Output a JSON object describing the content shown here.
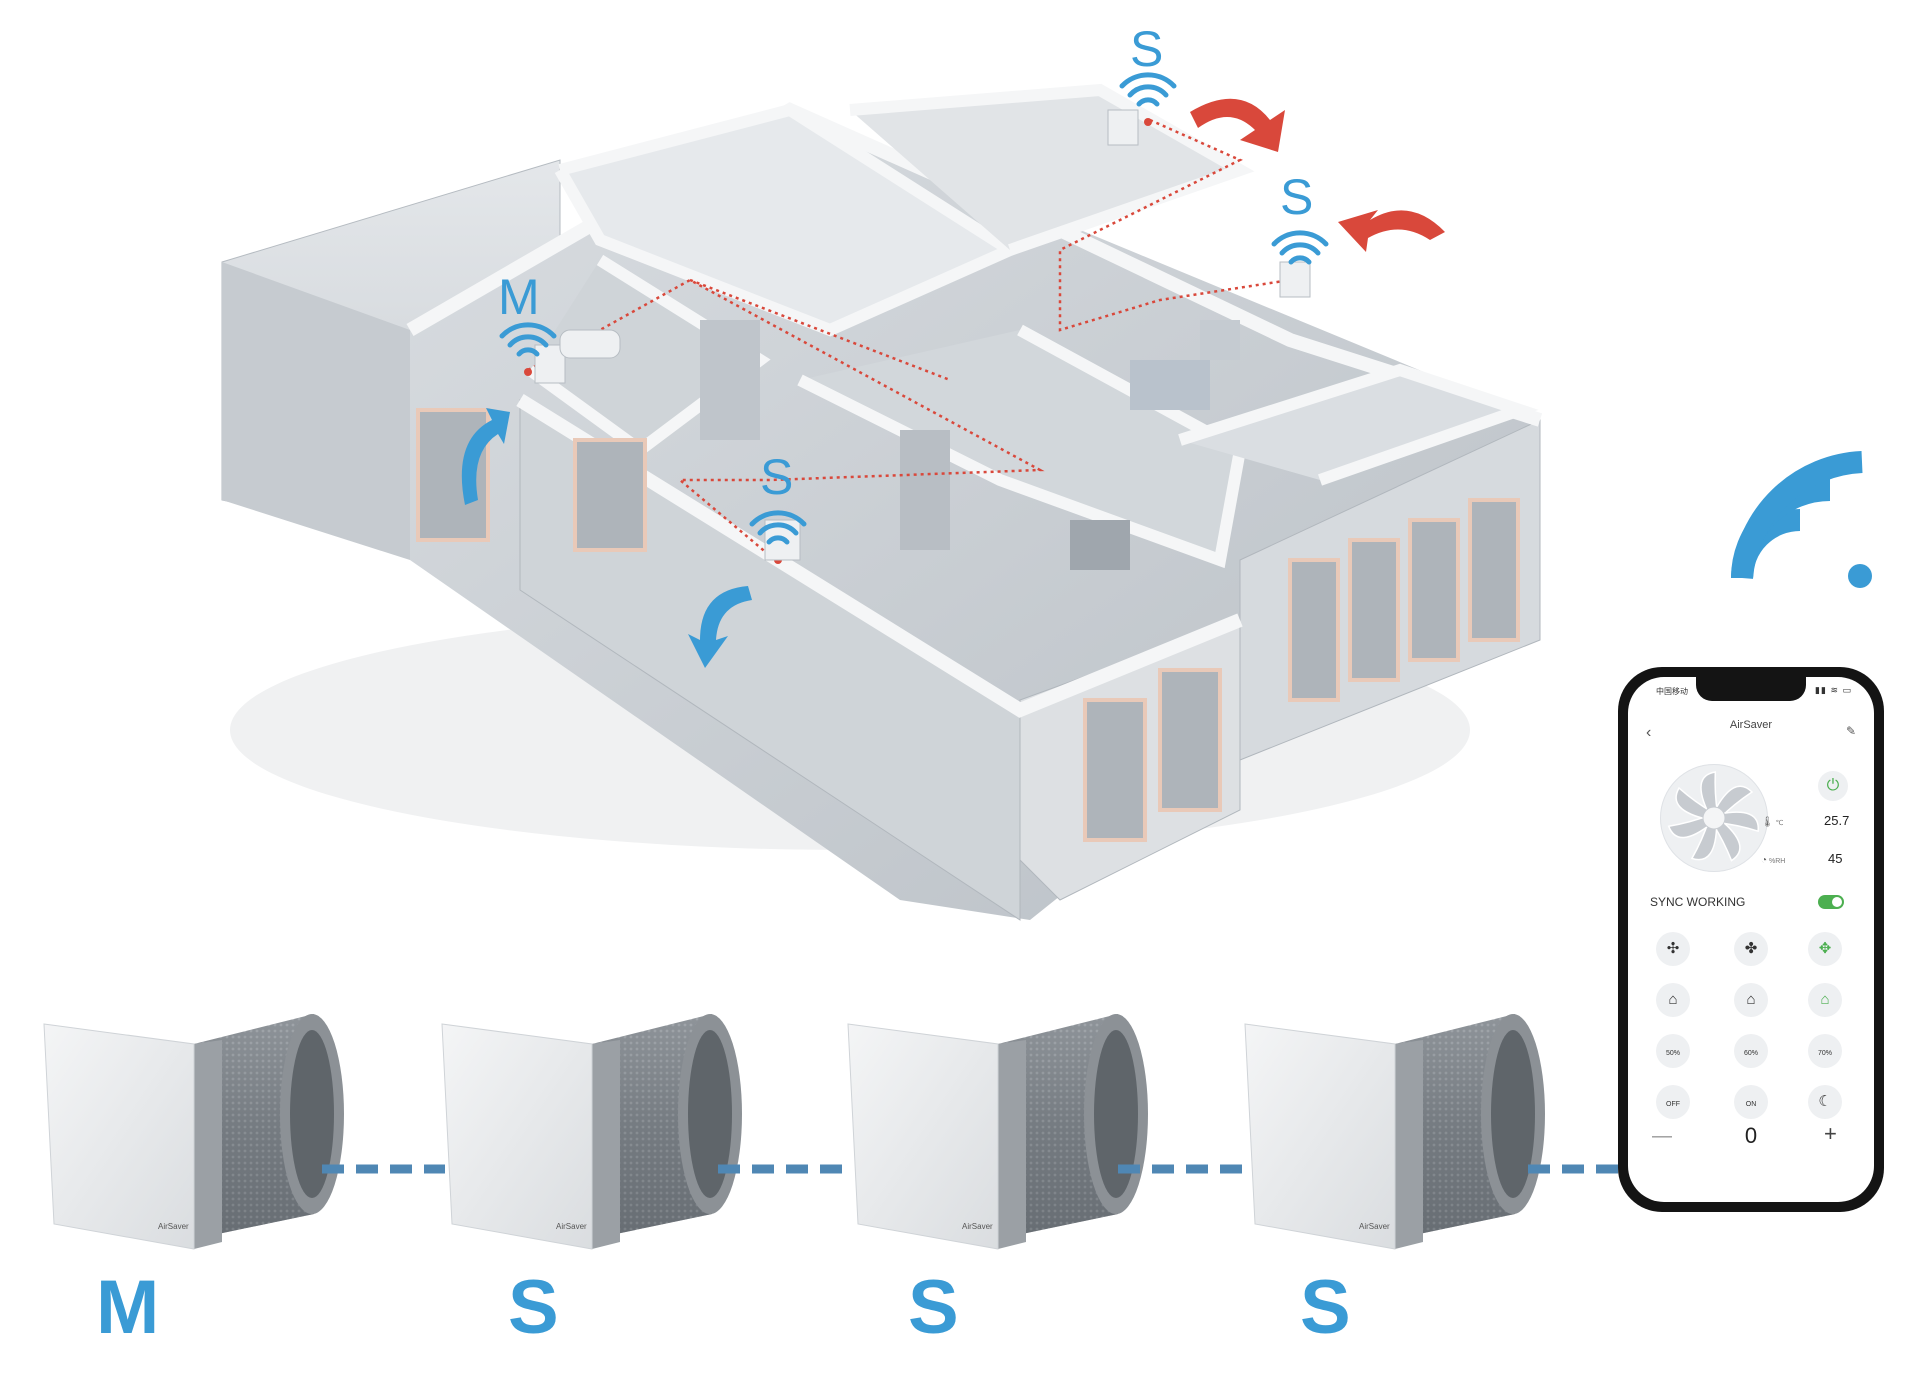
{
  "labels": {
    "master": "M",
    "slave": "S"
  },
  "colors": {
    "accent_blue": "#3a9bd5",
    "arrow_red": "#d9483b",
    "toggle_green": "#4caf50"
  },
  "icons": {
    "wifi": "wifi-icon",
    "fan": "fan-icon",
    "power": "power-icon"
  },
  "phone": {
    "carrier": "中国移动",
    "status": "▮▮ ≋ ▭",
    "app_title": "AirSaver",
    "back": "‹",
    "edit": "✎",
    "power": "⏻",
    "temp_unit": "℃",
    "temp_value": "25.7",
    "humidity_unit": "%RH",
    "humidity_value": "45",
    "sync_label": "SYNC WORKING",
    "sync_on": true,
    "modes": [
      {
        "name": "fan-low-icon",
        "glyph": "✣"
      },
      {
        "name": "fan-mid-icon",
        "glyph": "✤"
      },
      {
        "name": "fan-auto-icon",
        "glyph": "✥"
      },
      {
        "name": "home-in-icon",
        "glyph": "⌂"
      },
      {
        "name": "home-out-icon",
        "glyph": "⌂"
      },
      {
        "name": "home-auto-icon",
        "glyph": "⌂"
      },
      {
        "name": "humidity-50-icon",
        "glyph": "50%"
      },
      {
        "name": "humidity-60-icon",
        "glyph": "60%"
      },
      {
        "name": "humidity-70-icon",
        "glyph": "70%"
      },
      {
        "name": "timer-off-icon",
        "glyph": "OFF"
      },
      {
        "name": "timer-on-icon",
        "glyph": "ON"
      },
      {
        "name": "night-mode-icon",
        "glyph": "☾"
      }
    ],
    "minus": "—",
    "counter": "0",
    "plus": "+"
  },
  "unit_brand": "AirSaver"
}
